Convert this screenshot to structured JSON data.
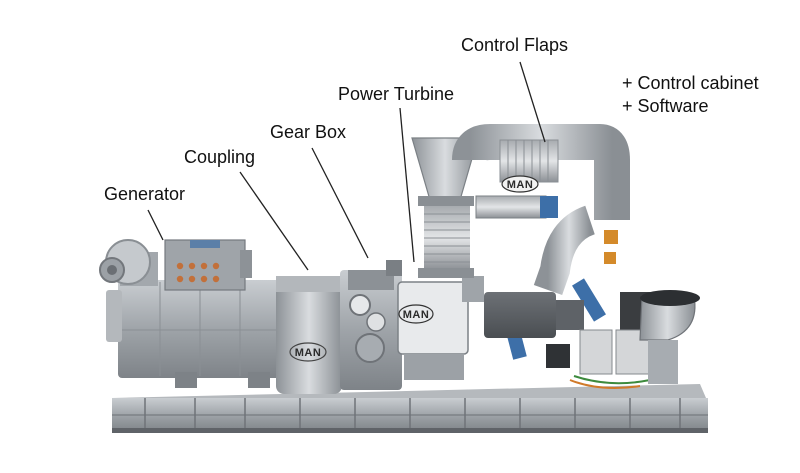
{
  "labels": {
    "generator": "Generator",
    "coupling": "Coupling",
    "gear_box": "Gear Box",
    "power_turbine": "Power Turbine",
    "control_flaps": "Control Flaps"
  },
  "extras": [
    "+ Control cabinet",
    "+ Software"
  ],
  "brand": "MAN"
}
